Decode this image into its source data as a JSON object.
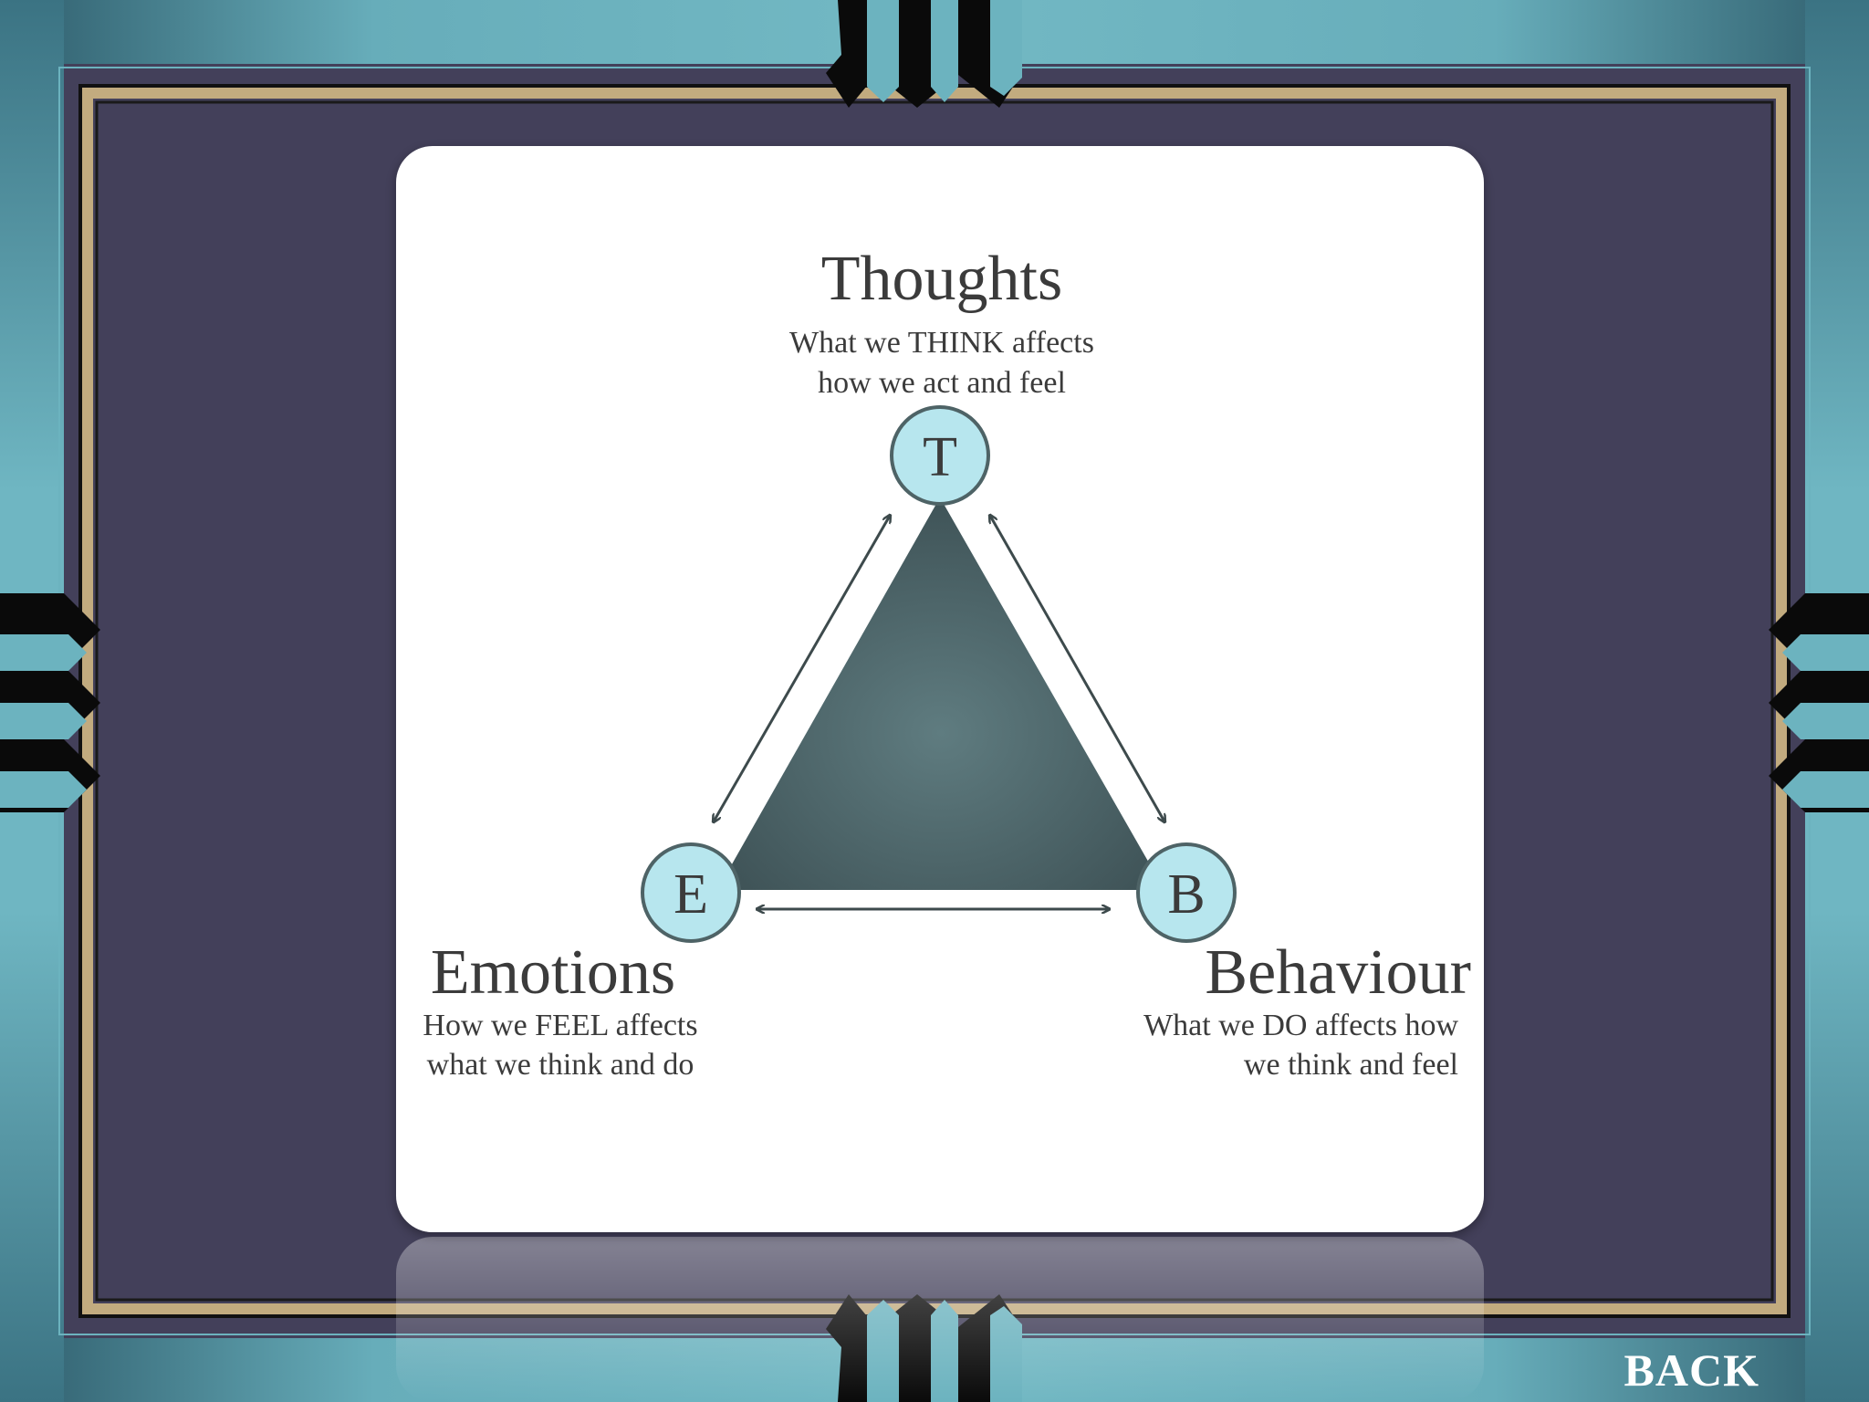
{
  "diagram": {
    "thoughts": {
      "title": "Thoughts",
      "line1": "What we THINK affects",
      "line2": "how we act and feel",
      "node": "T"
    },
    "emotions": {
      "title": "Emotions",
      "line1": "How we FEEL affects",
      "line2": "what we think and do",
      "node": "E"
    },
    "behaviour": {
      "title": "Behaviour",
      "line1": "What we DO affects how",
      "line2": "we think and feel",
      "node": "B"
    }
  },
  "nav": {
    "back_label": "BACK"
  },
  "colors": {
    "background": "#43405a",
    "teal": "#5aa3b0",
    "gold": "#bda77c",
    "node_fill": "#b7e6ee",
    "triangle": "#465c61"
  }
}
